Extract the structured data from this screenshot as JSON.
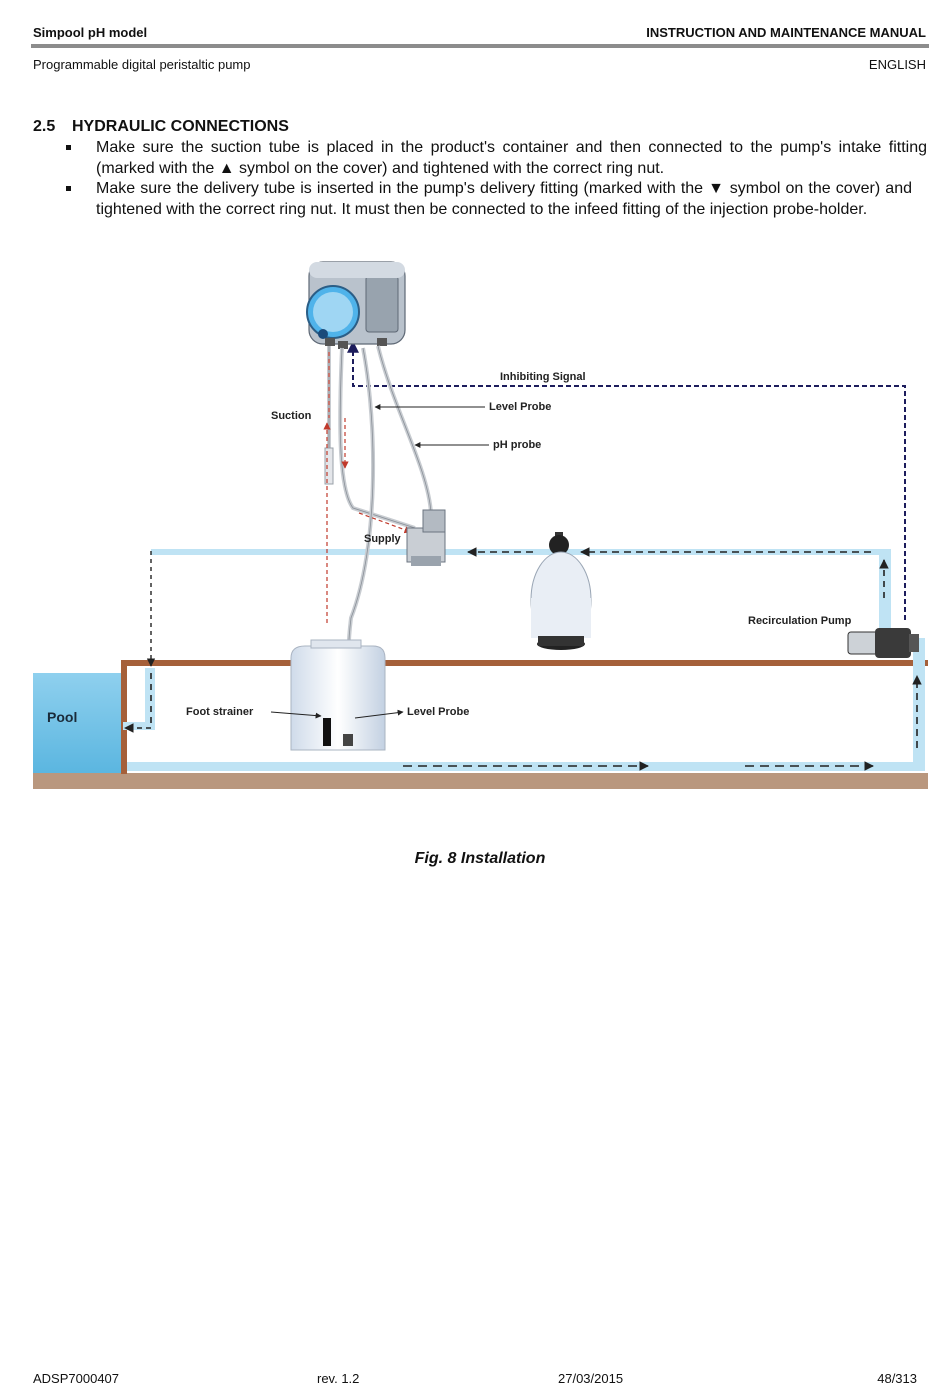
{
  "header": {
    "left": "Simpool pH model",
    "right": "INSTRUCTION AND MAINTENANCE MANUAL",
    "sub_left": "Programmable digital peristaltic pump",
    "sub_right": "ENGLISH"
  },
  "section": {
    "number": "2.5",
    "title": "HYDRAULIC CONNECTIONS",
    "bullets": [
      "Make sure the suction tube is placed in the product's container and then connected to the pump's intake fitting (marked with the ▲ symbol on the cover) and tightened with the correct ring nut.",
      "Make sure the delivery tube is inserted in the pump's delivery fitting (marked with the ▼ symbol on the cover) and tightened with the correct ring nut. It must then be connected to the infeed fitting of the injection probe-holder."
    ]
  },
  "figure": {
    "labels": {
      "inhibiting_signal": "Inhibiting Signal",
      "level_probe_top": "Level Probe",
      "suction": "Suction",
      "ph_probe": "pH probe",
      "supply": "Supply",
      "recirculation_pump": "Recirculation Pump",
      "pool": "Pool",
      "foot_strainer": "Foot strainer",
      "level_probe_bottom": "Level Probe"
    },
    "caption": "Fig. 8 Installation"
  },
  "footer": {
    "doc_code": "ADSP7000407",
    "revision": "rev. 1.2",
    "date": "27/03/2015",
    "page": "48/313"
  }
}
